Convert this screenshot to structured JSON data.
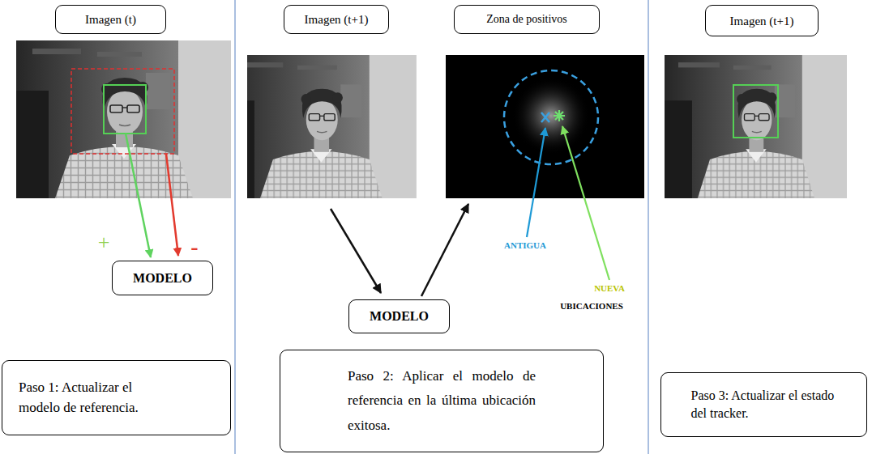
{
  "diagram": {
    "nodes": [
      {
        "text": [
          "Imagen (t)"
        ]
      },
      {
        "text": [
          "MODELO"
        ]
      },
      {
        "text": [
          "Paso 1: Actualizar el modelo de referencia."
        ]
      },
      {
        "text": [
          "Imagen (t+1)"
        ]
      },
      {
        "text": [
          "Zona de positivos"
        ]
      },
      {
        "text": [
          "MODELO"
        ]
      },
      {
        "text": [
          "Paso 2: Aplicar el modelo de referencia en la última ubicación exitosa."
        ]
      },
      {
        "text": [
          "Imagen (t+1)"
        ]
      },
      {
        "text": [
          "Paso 3: Actualizar el estado del tracker."
        ]
      }
    ],
    "labels": [
      "+",
      "-",
      "ANTIGUA",
      "NUEVA",
      "UBICACIONES"
    ]
  }
}
